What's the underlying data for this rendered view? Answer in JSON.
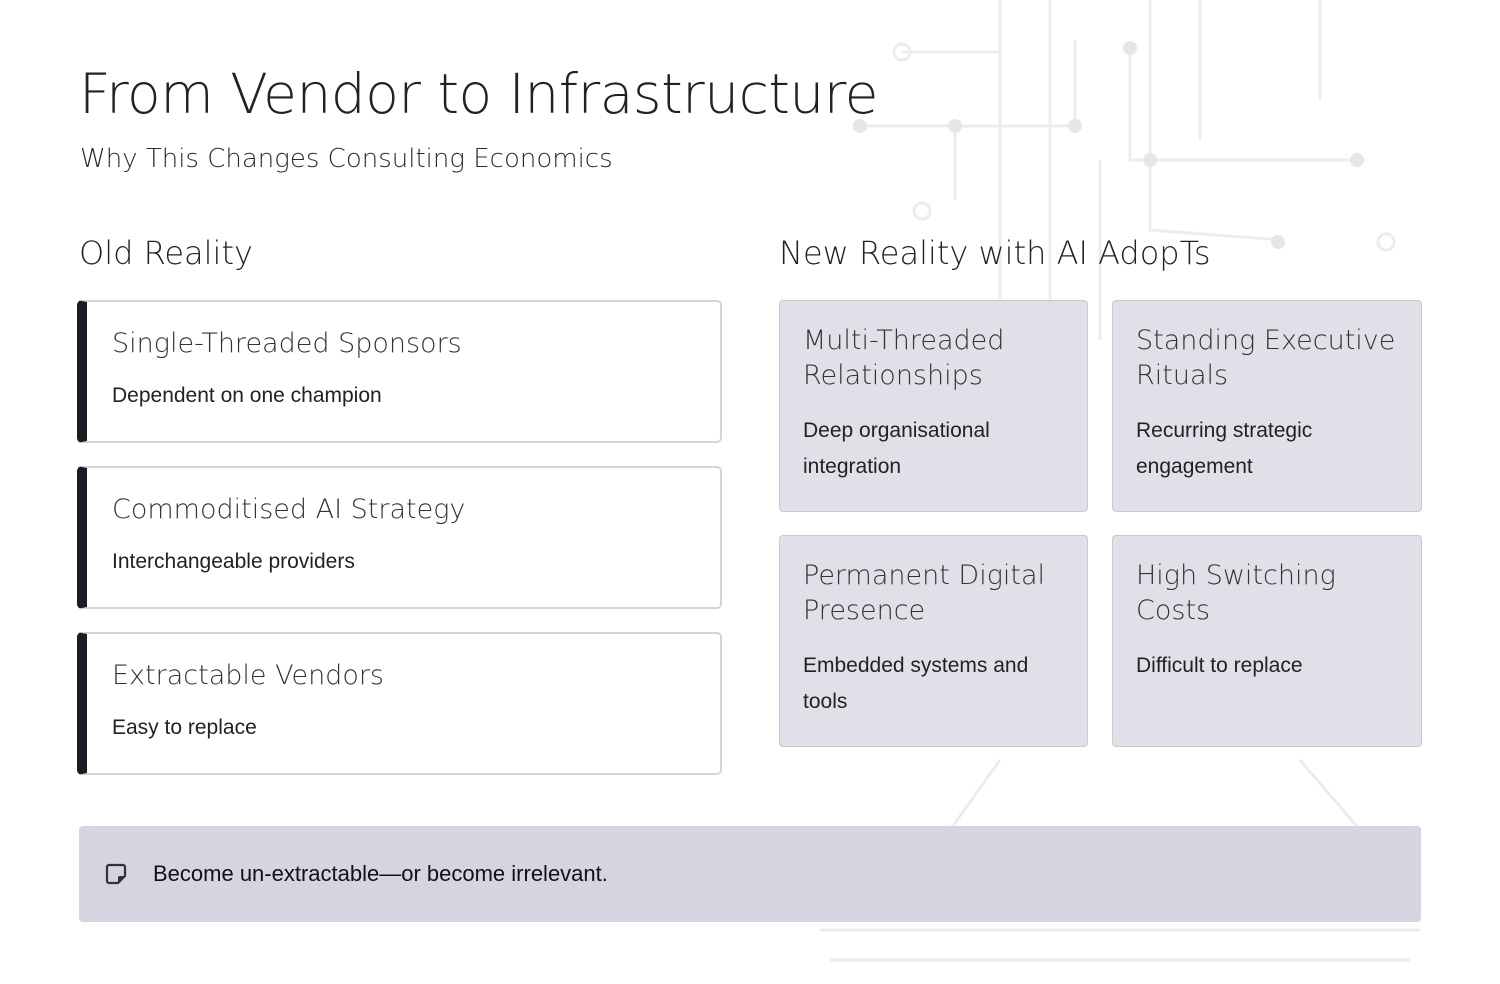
{
  "title": "From Vendor to Infrastructure",
  "subtitle": "Why This Changes Consulting Economics",
  "old": {
    "heading": "Old Reality",
    "cards": [
      {
        "title": "Single-Threaded Sponsors",
        "desc": "Dependent on one champion"
      },
      {
        "title": "Commoditised AI Strategy",
        "desc": "Interchangeable providers"
      },
      {
        "title": "Extractable Vendors",
        "desc": "Easy to replace"
      }
    ]
  },
  "new": {
    "heading": "New Reality with AI AdopTs",
    "cards": [
      {
        "title": "Multi-Threaded Relationships",
        "desc": "Deep organisational integration"
      },
      {
        "title": "Standing Executive Rituals",
        "desc": "Recurring strategic engagement"
      },
      {
        "title": "Permanent Digital Presence",
        "desc": "Embedded systems and tools"
      },
      {
        "title": "High Switching Costs",
        "desc": "Difficult to replace"
      }
    ]
  },
  "banner": {
    "icon": "sticky-note-icon",
    "text": "Become un-extractable—or become irrelevant."
  }
}
